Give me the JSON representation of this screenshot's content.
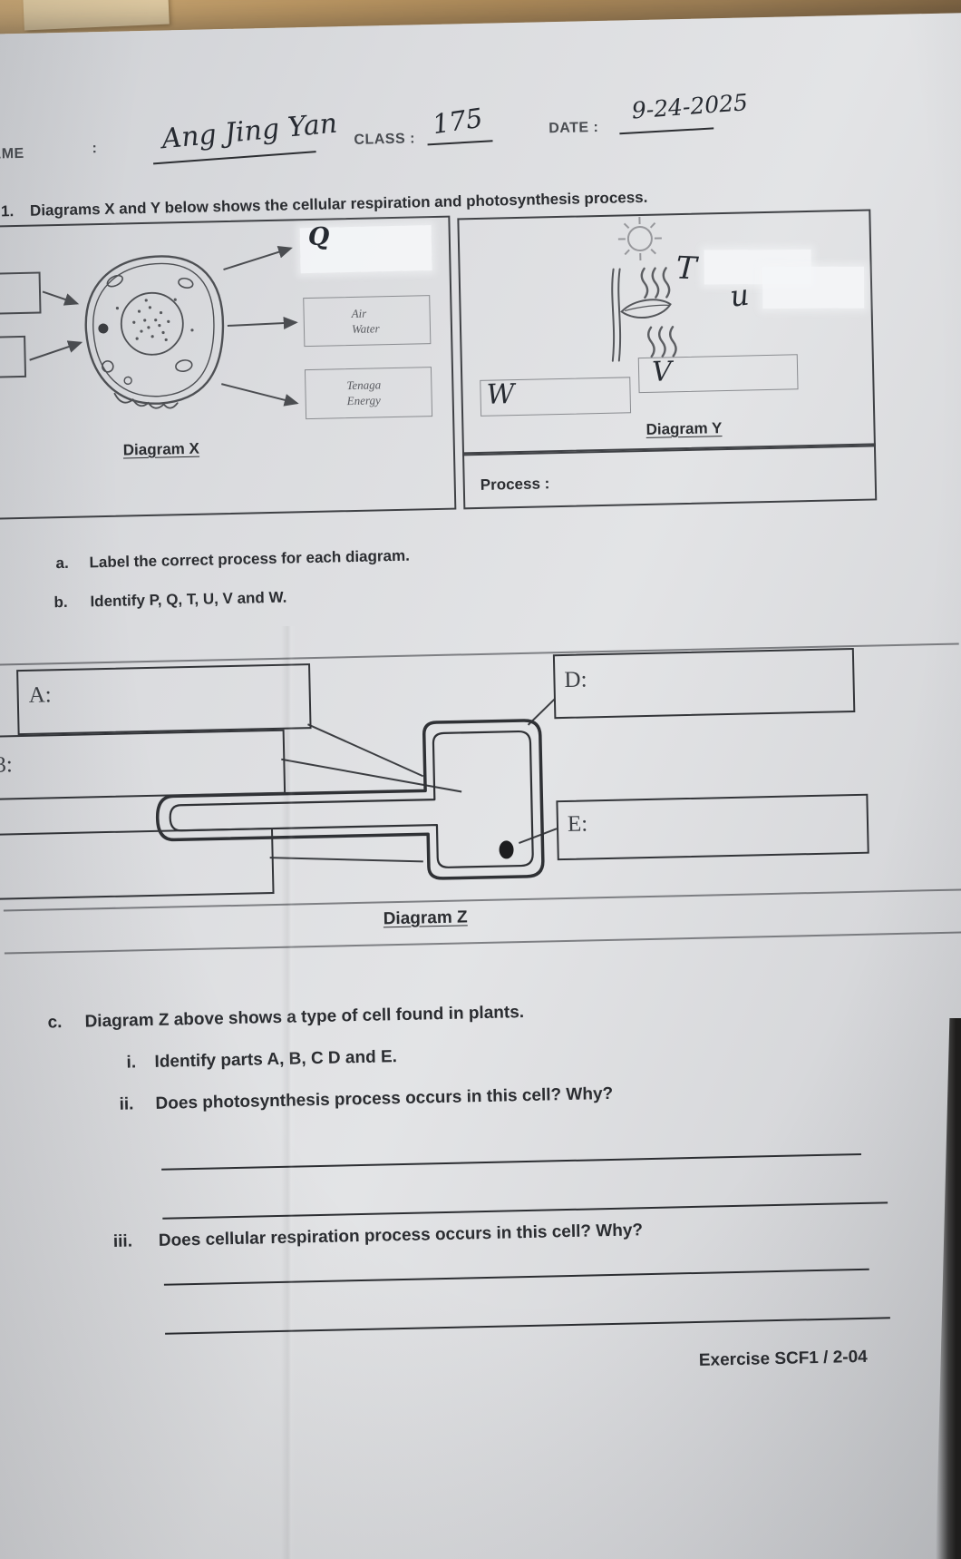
{
  "header": {
    "name_label": "AME",
    "name_colon": ":",
    "name_value": "Ang Jing Yan",
    "class_label": "CLASS :",
    "class_value": "175",
    "date_label": "DATE :",
    "date_value": "9-24-2025"
  },
  "question1": {
    "number": "1.",
    "text": "Diagrams X and Y below shows the cellular respiration and photosynthesis process."
  },
  "diagram_x": {
    "handwritten_q": "Q",
    "air_box": [
      "Air",
      "Water"
    ],
    "energy_box": [
      "Tenaga",
      "Energy"
    ],
    "caption": "Diagram X"
  },
  "diagram_y": {
    "handwritten_t": "T",
    "handwritten_u": "u",
    "handwritten_v": "V",
    "handwritten_w": "W",
    "caption": "Diagram Y",
    "process_label": "Process :"
  },
  "items": {
    "a_number": "a.",
    "a_text": "Label the correct process for each diagram.",
    "b_number": "b.",
    "b_text": "Identify P, Q, T, U, V and W."
  },
  "diagram_z": {
    "label_a": "A:",
    "label_b": "3:",
    "label_d": "D:",
    "label_e": "E:",
    "caption": "Diagram Z"
  },
  "section_c": {
    "c_number": "c.",
    "c_text": "Diagram Z above shows a type of cell found in plants.",
    "i_number": "i.",
    "i_text": "Identify parts A, B, C D and E.",
    "ii_number": "ii.",
    "ii_text": "Does photosynthesis process occurs in this cell? Why?",
    "iii_number": "iii.",
    "iii_text": "Does cellular respiration process occurs in this cell? Why?"
  },
  "footer": {
    "exercise_ref": "Exercise SCF1 / 2-04"
  }
}
